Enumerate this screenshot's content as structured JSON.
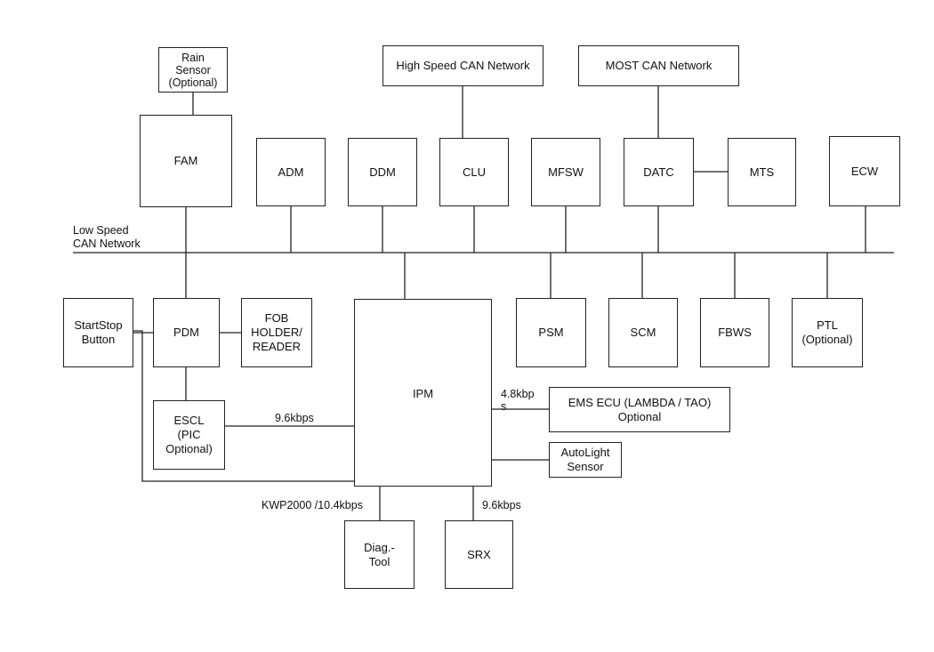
{
  "diagram": {
    "nodes": {
      "rain_sensor": "Rain\nSensor\n(Optional)",
      "high_speed_can": "High Speed CAN Network",
      "most_can": "MOST CAN Network",
      "fam": "FAM",
      "adm": "ADM",
      "ddm": "DDM",
      "clu": "CLU",
      "mfsw": "MFSW",
      "datc": "DATC",
      "mts": "MTS",
      "ecw": "ECW",
      "startstop": "StartStop\nButton",
      "pdm": "PDM",
      "fob": "FOB\nHOLDER/\nREADER",
      "ipm": "IPM",
      "psm": "PSM",
      "scm": "SCM",
      "fbws": "FBWS",
      "ptl": "PTL\n(Optional)",
      "escl": "ESCL\n(PIC\nOptional)",
      "ems": "EMS ECU (LAMBDA / TAO)\nOptional",
      "autolight": "AutoLight\nSensor",
      "diag": "Diag.-\nTool",
      "srx": "SRX"
    },
    "labels": {
      "low_speed_can": "Low Speed\nCAN Network",
      "escl_rate": "9.6kbps",
      "ems_rate": "4.8kbp\ns",
      "kwp": "KWP2000 /10.4kbps",
      "srx_rate": "9.6kbps"
    }
  }
}
